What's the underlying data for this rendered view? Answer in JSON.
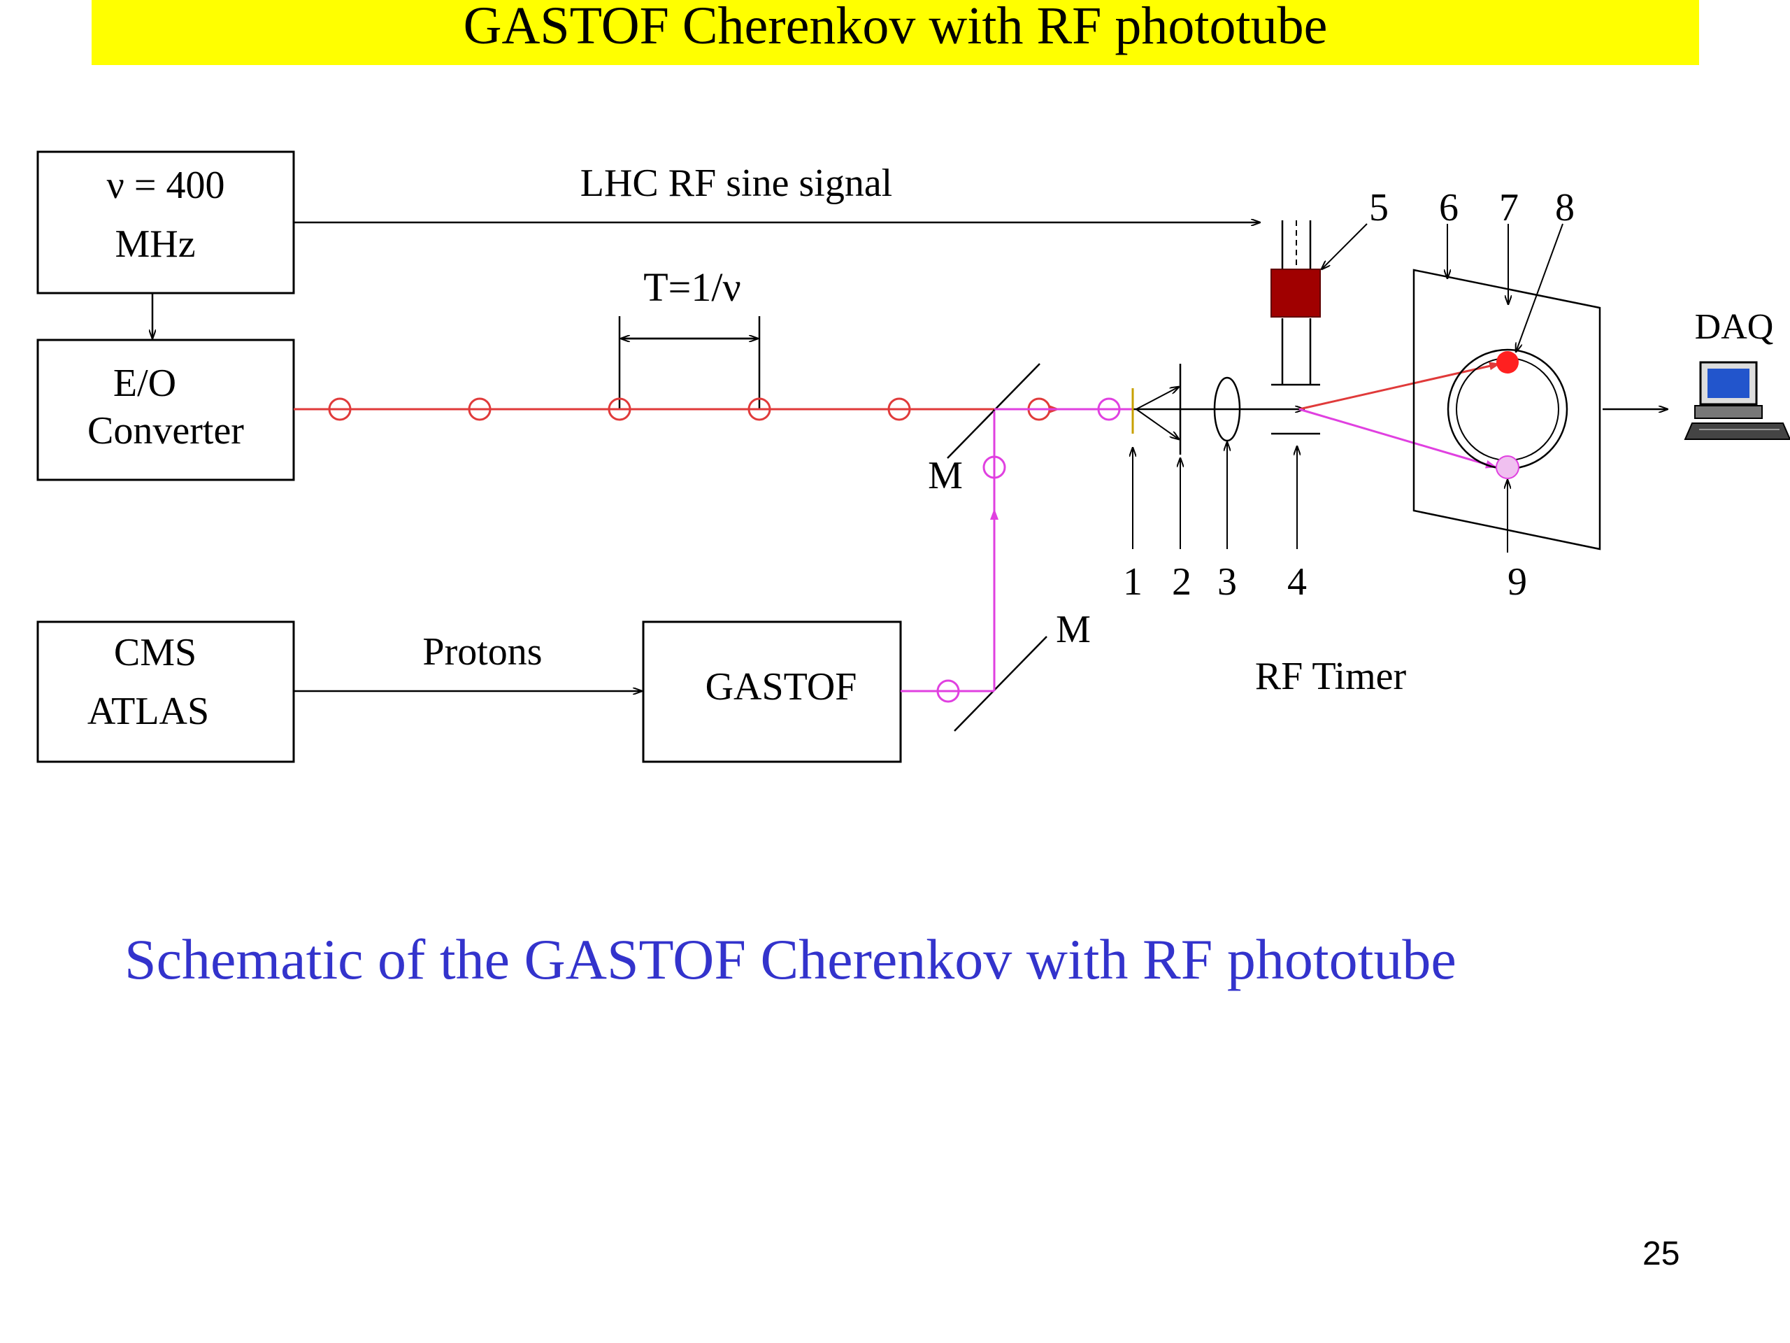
{
  "slide": {
    "title": "GASTOF Cherenkov with RF phototube",
    "caption": "Schematic of the GASTOF Cherenkov with RF phototube",
    "page_number": "25"
  },
  "diagram": {
    "boxes": {
      "rf_source_line1": "ν = 400",
      "rf_source_line2": "MHz",
      "eo_line1": "E/O",
      "eo_line2": "Converter",
      "cms_line1": "CMS",
      "cms_line2": "ATLAS",
      "gastof": "GASTOF"
    },
    "labels": {
      "rf_signal": "LHC RF sine signal",
      "period": "T=1/ν",
      "protons": "Protons",
      "mirror": "M",
      "rf_timer": "RF Timer",
      "daq": "DAQ"
    },
    "component_numbers": [
      "1",
      "2",
      "3",
      "4",
      "5",
      "6",
      "7",
      "8",
      "9"
    ],
    "colors": {
      "laser_beam": "#e03a3a",
      "cherenkov_light": "#e040e0",
      "rf_block": "#a00000",
      "title_bg": "#ffff00",
      "caption_text": "#3333cc",
      "daq_screen": "#2255cc"
    },
    "icons": [
      "computer-icon"
    ]
  }
}
